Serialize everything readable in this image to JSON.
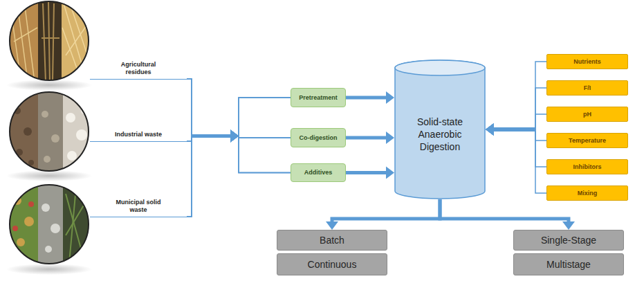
{
  "diagram": {
    "nodes": [
      {
        "text": [
          "Agricultural residues"
        ]
      },
      {
        "text": [
          "Industrial waste"
        ]
      },
      {
        "text": [
          "Municipal solid waste"
        ]
      },
      {
        "text": [
          "Pretreatment"
        ]
      },
      {
        "text": [
          "Co-digestion"
        ]
      },
      {
        "text": [
          "Additives"
        ]
      },
      {
        "text": [
          "Solid-state Anaerobic Digestion"
        ]
      },
      {
        "text": [
          "Nutrients"
        ]
      },
      {
        "text": [
          "F/I"
        ]
      },
      {
        "text": [
          "pH"
        ]
      },
      {
        "text": [
          "Temperature"
        ]
      },
      {
        "text": [
          "Inhibitors"
        ]
      },
      {
        "text": [
          "Mixing"
        ]
      },
      {
        "text": [
          "Batch"
        ]
      },
      {
        "text": [
          "Continuous"
        ]
      },
      {
        "text": [
          "Single-Stage"
        ]
      },
      {
        "text": [
          "Multistage"
        ]
      }
    ],
    "edges": [
      {
        "from": 0,
        "to": 3,
        "arrow": "to"
      },
      {
        "from": 0,
        "to": 4,
        "arrow": "to"
      },
      {
        "from": 0,
        "to": 5,
        "arrow": "to"
      },
      {
        "from": 1,
        "to": 3,
        "arrow": "to"
      },
      {
        "from": 1,
        "to": 4,
        "arrow": "to"
      },
      {
        "from": 1,
        "to": 5,
        "arrow": "to"
      },
      {
        "from": 2,
        "to": 3,
        "arrow": "to"
      },
      {
        "from": 2,
        "to": 4,
        "arrow": "to"
      },
      {
        "from": 2,
        "to": 5,
        "arrow": "to"
      },
      {
        "from": 3,
        "to": 6,
        "arrow": "to"
      },
      {
        "from": 4,
        "to": 6,
        "arrow": "to"
      },
      {
        "from": 5,
        "to": 6,
        "arrow": "to"
      },
      {
        "from": 7,
        "to": 6,
        "arrow": "to"
      },
      {
        "from": 8,
        "to": 6,
        "arrow": "to"
      },
      {
        "from": 9,
        "to": 6,
        "arrow": "to"
      },
      {
        "from": 10,
        "to": 6,
        "arrow": "to"
      },
      {
        "from": 11,
        "to": 6,
        "arrow": "to"
      },
      {
        "from": 12,
        "to": 6,
        "arrow": "to"
      },
      {
        "from": 6,
        "to": 13,
        "arrow": "to"
      },
      {
        "from": 6,
        "to": 15,
        "arrow": "to"
      }
    ]
  }
}
